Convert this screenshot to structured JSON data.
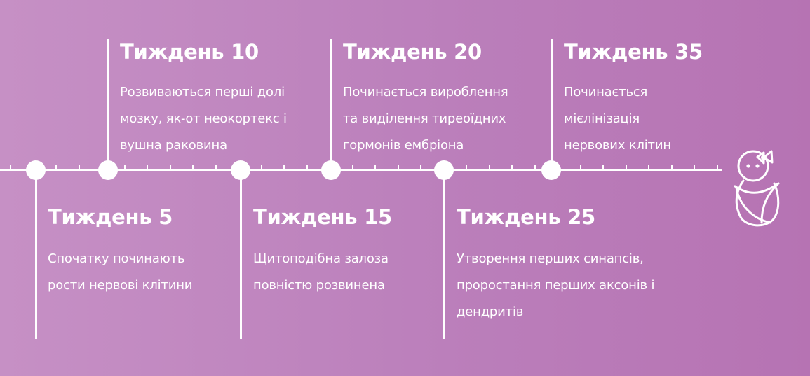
{
  "milestones": [
    {
      "id": "week-5",
      "title": "Тиждень 5",
      "lines": [
        "Спочатку починають",
        "рости нервові клітини"
      ]
    },
    {
      "id": "week-10",
      "title": "Тиждень 10",
      "lines": [
        "Розвиваються перші долі",
        "мозку, як-от неокортекс і",
        "вушна раковина"
      ]
    },
    {
      "id": "week-15",
      "title": "Тиждень 15",
      "lines": [
        "Щитоподібна залоза",
        "повністю розвинена"
      ]
    },
    {
      "id": "week-20",
      "title": "Тиждень 20",
      "lines": [
        "Починається вироблення",
        "та виділення тиреоїдних",
        "гормонів ембріона"
      ]
    },
    {
      "id": "week-25",
      "title": "Тиждень 25",
      "lines": [
        "Утворення перших синапсів,",
        "проростання перших аксонів і",
        "дендритів"
      ]
    },
    {
      "id": "week-35",
      "title": "Тиждень 35",
      "lines": [
        "Починається",
        "мієлінізація",
        "нервових клітин"
      ]
    }
  ],
  "icons": {
    "end": "baby-icon"
  },
  "colors": {
    "background_start": "#c690c5",
    "background_end": "#b673b3",
    "foreground": "#ffffff"
  }
}
